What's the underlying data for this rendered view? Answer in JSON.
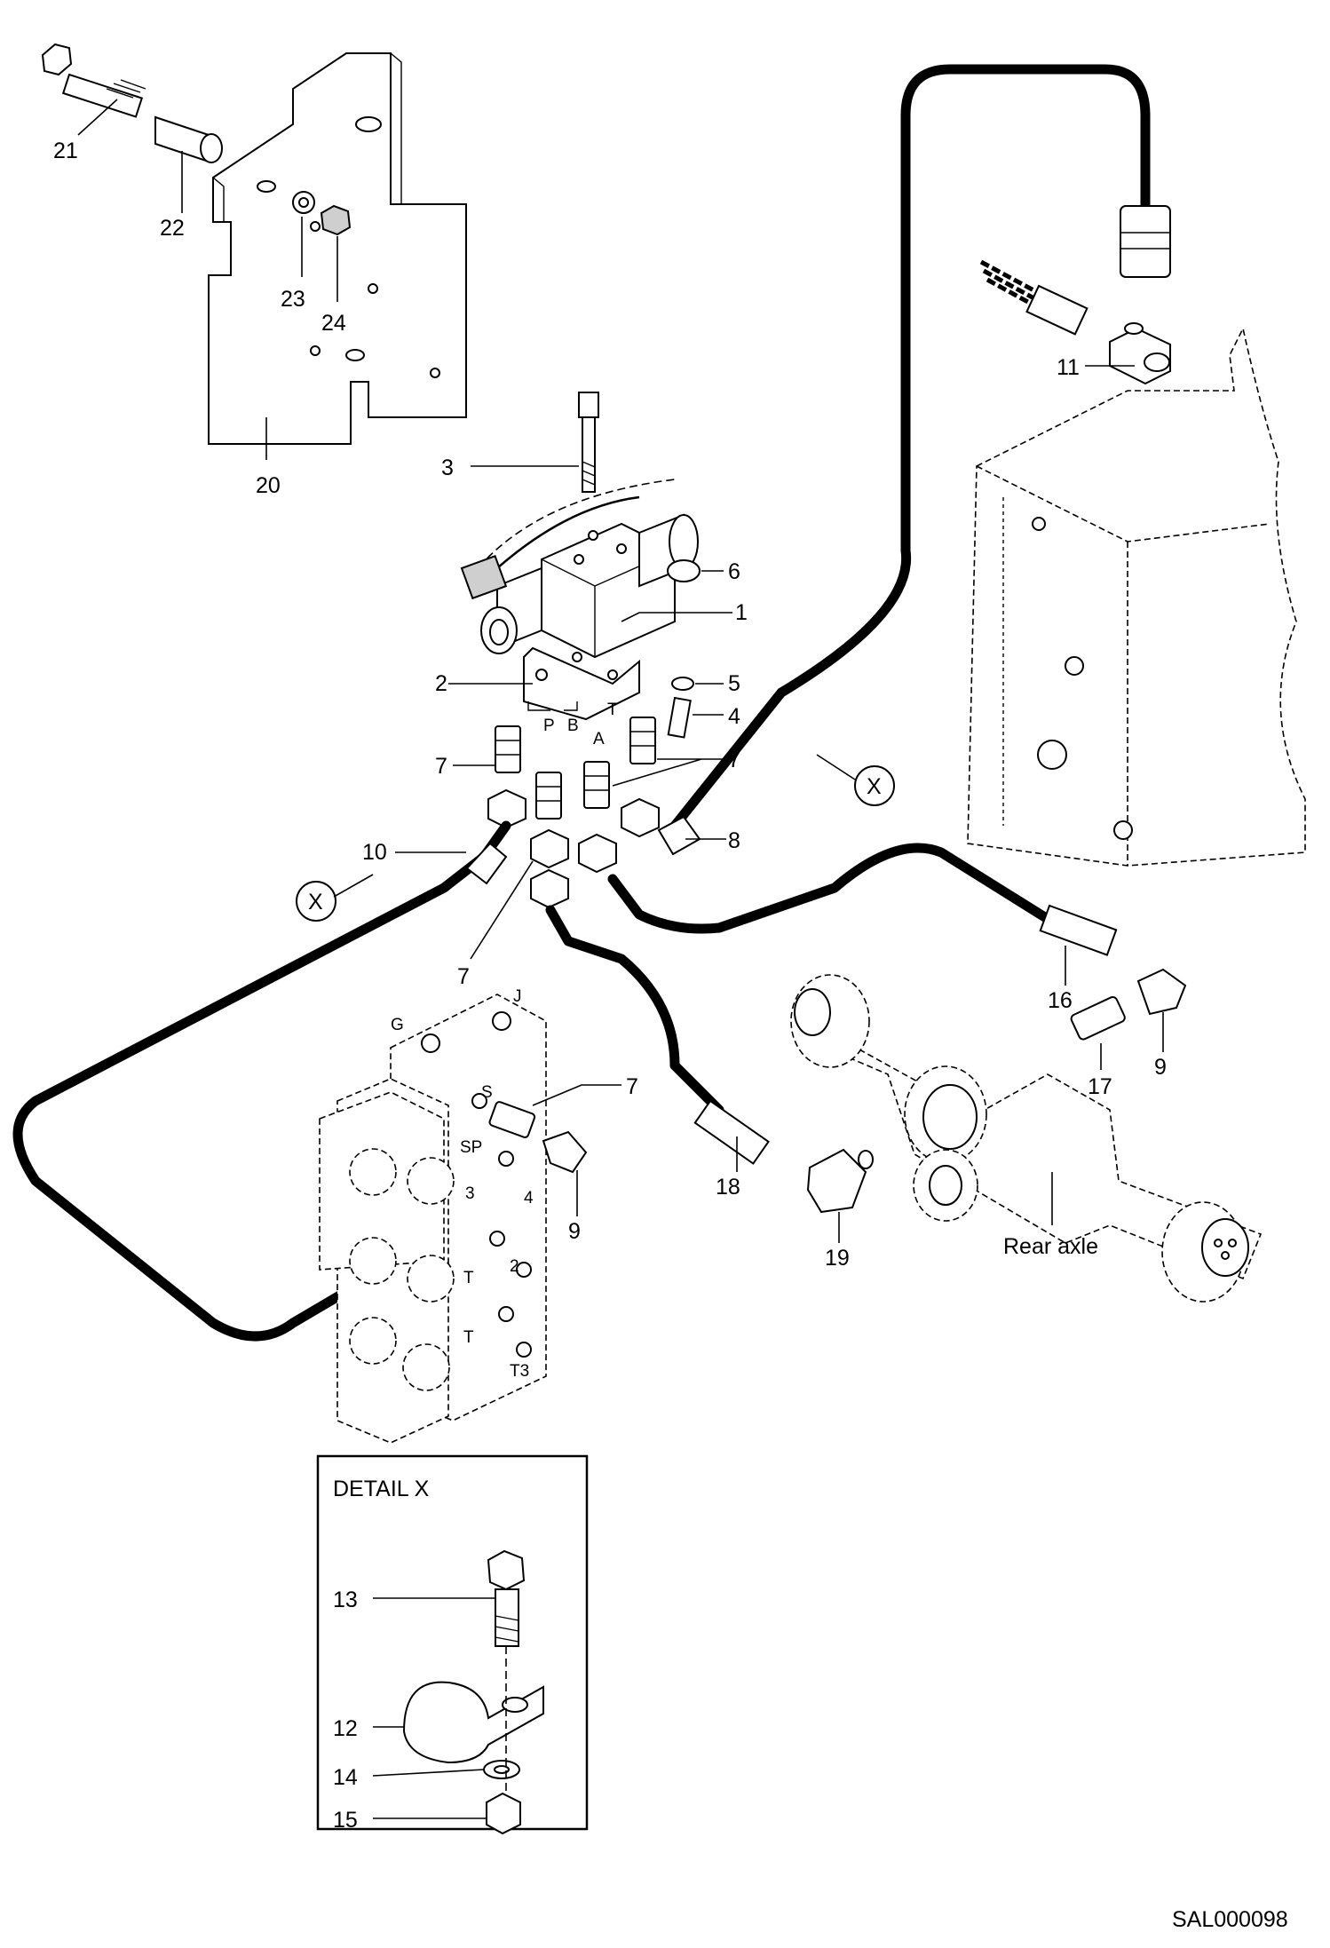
{
  "callouts": {
    "c1": "1",
    "c2": "2",
    "c3": "3",
    "c4": "4",
    "c5": "5",
    "c6": "6",
    "c7a": "7",
    "c7b": "7",
    "c7c": "7",
    "c7d": "7",
    "c8": "8",
    "c9a": "9",
    "c9b": "9",
    "c10": "10",
    "c11": "11",
    "c16": "16",
    "c17": "17",
    "c18": "18",
    "c19": "19",
    "c20": "20",
    "c21": "21",
    "c22": "22",
    "c23": "23",
    "c24": "24",
    "c12": "12",
    "c13": "13",
    "c14": "14",
    "c15": "15",
    "xa": "X",
    "xb": "X"
  },
  "ports": {
    "valve_p": "P",
    "valve_b": "B",
    "valve_t": "T",
    "valve_a": "A",
    "block_g": "G",
    "block_j": "J",
    "block_s": "S",
    "block_sp": "SP",
    "block_3": "3",
    "block_4": "4",
    "block_2": "2",
    "block_t1": "T",
    "block_t2": "T",
    "block_t3": "T3"
  },
  "labels": {
    "rear_axle": "Rear axle",
    "detail_title": "DETAIL X",
    "drawing_code": "SAL000098"
  }
}
